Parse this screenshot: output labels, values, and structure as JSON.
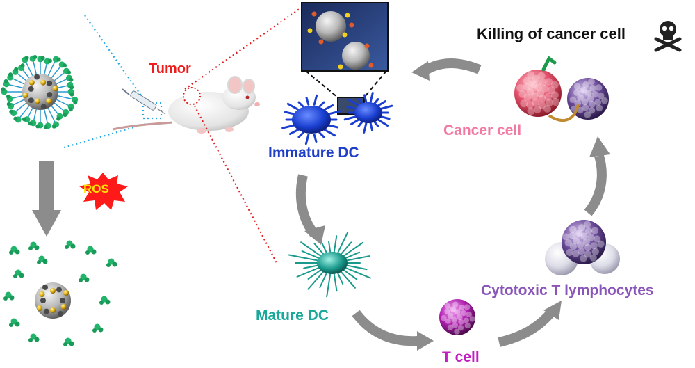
{
  "labels": {
    "tumor": "Tumor",
    "killing": "Killing of cancer cell",
    "cancer_cell": "Cancer cell",
    "immature_dc": "Immature DC",
    "mature_dc": "Mature DC",
    "t_cell": "T cell",
    "ctl": "Cytotoxic T lymphocytes",
    "ros": "ROS"
  },
  "colors": {
    "tumor": "#ee1c1c",
    "killing": "#111111",
    "cancer_cell": "#f07aa0",
    "immature_dc": "#1f3fc8",
    "mature_dc": "#1aa89a",
    "t_cell": "#c21fc2",
    "ctl": "#8a55b8",
    "ros_text": "#ffe400",
    "ros_burst": "#ff1a1a",
    "arrow": "#8c8c8c",
    "cyan_dotted": "#28a8e6",
    "red_dotted": "#e02020"
  }
}
